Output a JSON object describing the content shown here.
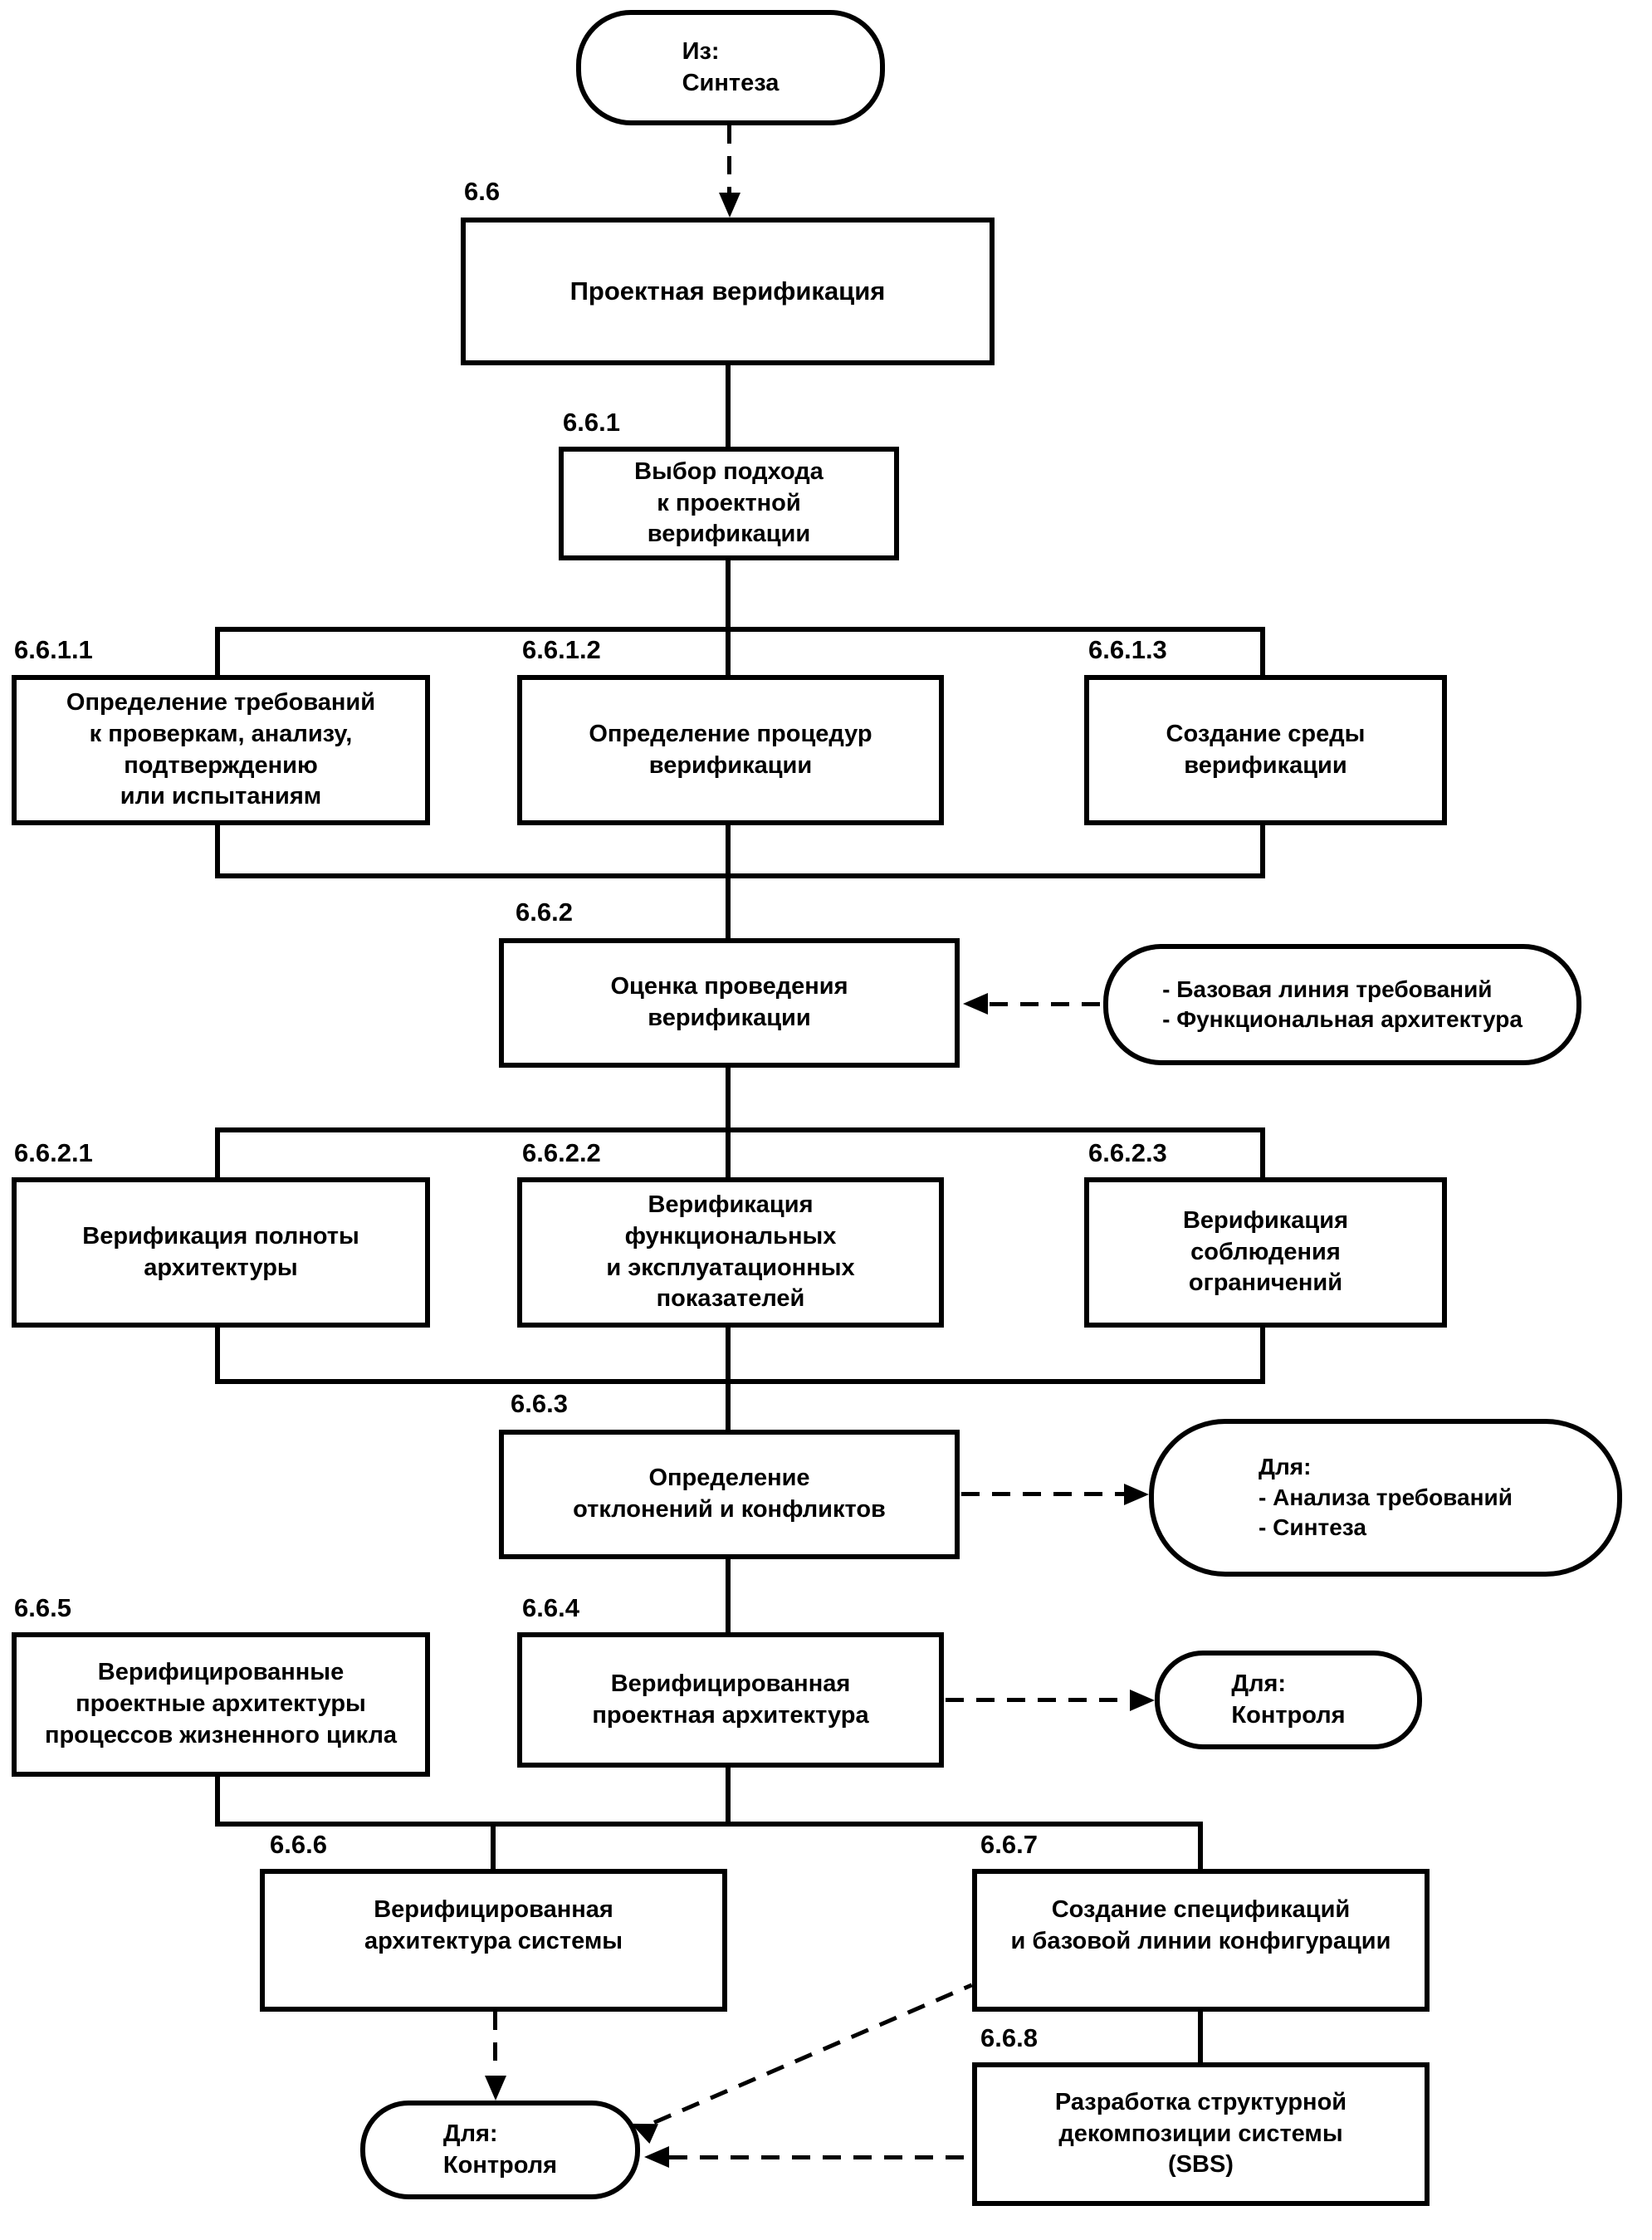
{
  "diagram": {
    "colors": {
      "line": "#000000",
      "background": "#ffffff"
    },
    "nodes": {
      "source": {
        "label": "Из:\nСинтеза"
      },
      "n66": {
        "id": "6.6",
        "label": "Проектная верификация"
      },
      "n661": {
        "id": "6.6.1",
        "label": "Выбор подхода\nк проектной\nверификации"
      },
      "n6611": {
        "id": "6.6.1.1",
        "label": "Определение требований\nк проверкам, анализу,\nподтверждению\nили испытаниям"
      },
      "n6612": {
        "id": "6.6.1.2",
        "label": "Определение процедур\nверификации"
      },
      "n6613": {
        "id": "6.6.1.3",
        "label": "Создание среды\nверификации"
      },
      "n662": {
        "id": "6.6.2",
        "label": "Оценка проведения\nверификации"
      },
      "in662": {
        "label": "- Базовая линия требований\n- Функциональная архитектура"
      },
      "n6621": {
        "id": "6.6.2.1",
        "label": "Верификация полноты\nархитектуры"
      },
      "n6622": {
        "id": "6.6.2.2",
        "label": "Верификация\nфункциональных\nи эксплуатационных\nпоказателей"
      },
      "n6623": {
        "id": "6.6.2.3",
        "label": "Верификация\nсоблюдения\nограничений"
      },
      "n663": {
        "id": "6.6.3",
        "label": "Определение\nотклонений и конфликтов"
      },
      "out663": {
        "label": "Для:\n- Анализа требований\n- Синтеза"
      },
      "n665": {
        "id": "6.6.5",
        "label": "Верифицированные\nпроектные архитектуры\nпроцессов жизненного цикла"
      },
      "n664": {
        "id": "6.6.4",
        "label": "Верифицированная\nпроектная архитектура"
      },
      "out664": {
        "label": "Для:\nКонтроля"
      },
      "n666": {
        "id": "6.6.6",
        "label": "Верифицированная\nархитектура системы"
      },
      "n667": {
        "id": "6.6.7",
        "label": "Создание спецификаций\nи базовой линии конфигурации"
      },
      "n668": {
        "id": "6.6.8",
        "label": "Разработка структурной\nдекомпозиции системы\n(SBS)"
      },
      "outBottom": {
        "label": "Для:\nКонтроля"
      }
    }
  }
}
